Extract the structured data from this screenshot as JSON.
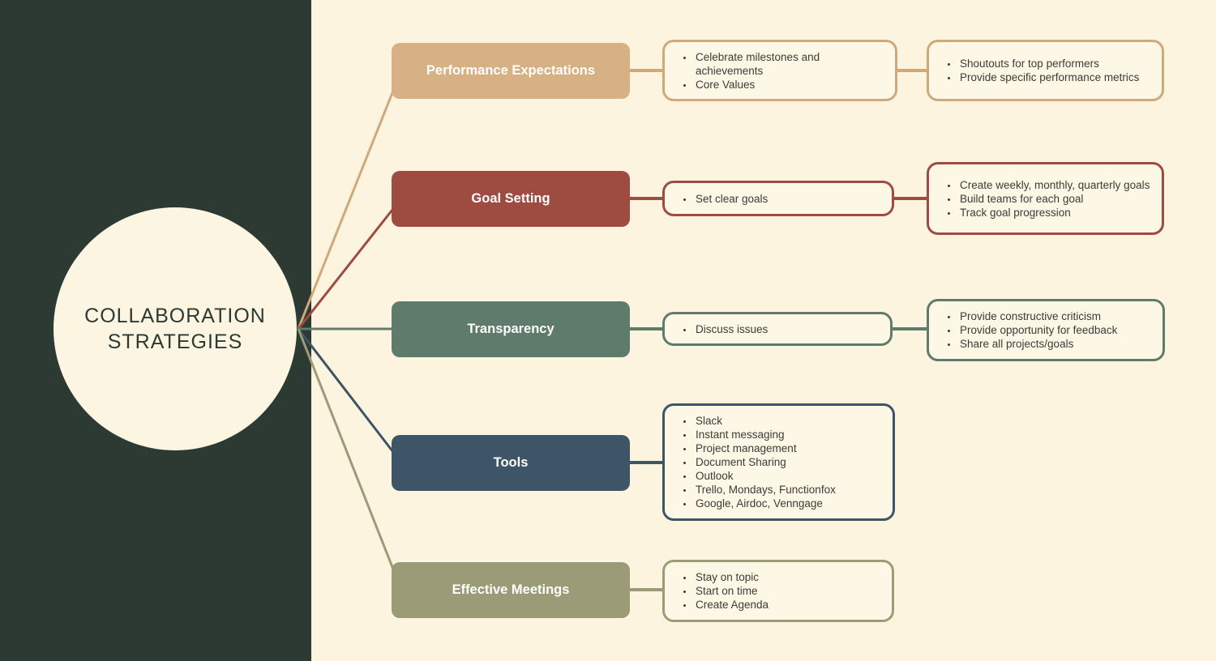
{
  "center": {
    "title_line1": "COLLABORATION",
    "title_line2": "STRATEGIES"
  },
  "colors": {
    "panel": "#2D3A34",
    "background": "#FCF4DF",
    "circle_fill": "#FCF5E2",
    "title_text": "#2D3A34",
    "bullet_text": "#3B3B38",
    "node_fill": "#FDF7E6"
  },
  "branches": [
    {
      "id": "performance-expectations",
      "label": "Performance Expectations",
      "color": "#D7B083",
      "line_color": "#CFA87C",
      "nodes": [
        {
          "bullets": [
            "Celebrate milestones and achievements",
            "Core Values"
          ]
        },
        {
          "bullets": [
            "Shoutouts for top performers",
            "Provide specific performance metrics"
          ]
        }
      ]
    },
    {
      "id": "goal-setting",
      "label": "Goal Setting",
      "color": "#9E4B42",
      "line_color": "#9E4B42",
      "nodes": [
        {
          "bullets": [
            "Set clear goals"
          ]
        },
        {
          "bullets": [
            "Create weekly, monthly, quarterly goals",
            "Build teams for each goal",
            "Track goal progression"
          ]
        }
      ]
    },
    {
      "id": "transparency",
      "label": "Transparency",
      "color": "#5E7B6B",
      "line_color": "#5E7B6B",
      "nodes": [
        {
          "bullets": [
            "Discuss issues"
          ]
        },
        {
          "bullets": [
            "Provide constructive criticism",
            "Provide opportunity for feedback",
            "Share all projects/goals"
          ]
        }
      ]
    },
    {
      "id": "tools",
      "label": "Tools",
      "color": "#3D5566",
      "line_color": "#3D5566",
      "nodes": [
        {
          "bullets": [
            "Slack",
            "Instant messaging",
            "Project management",
            "Document Sharing",
            "Outlook",
            "Trello, Mondays, Functionfox",
            "Google, Airdoc, Venngage"
          ]
        }
      ]
    },
    {
      "id": "effective-meetings",
      "label": "Effective Meetings",
      "color": "#9C9B77",
      "line_color": "#9C9B77",
      "nodes": [
        {
          "bullets": [
            "Stay on topic",
            "Start on time",
            "Create Agenda"
          ]
        }
      ]
    }
  ]
}
